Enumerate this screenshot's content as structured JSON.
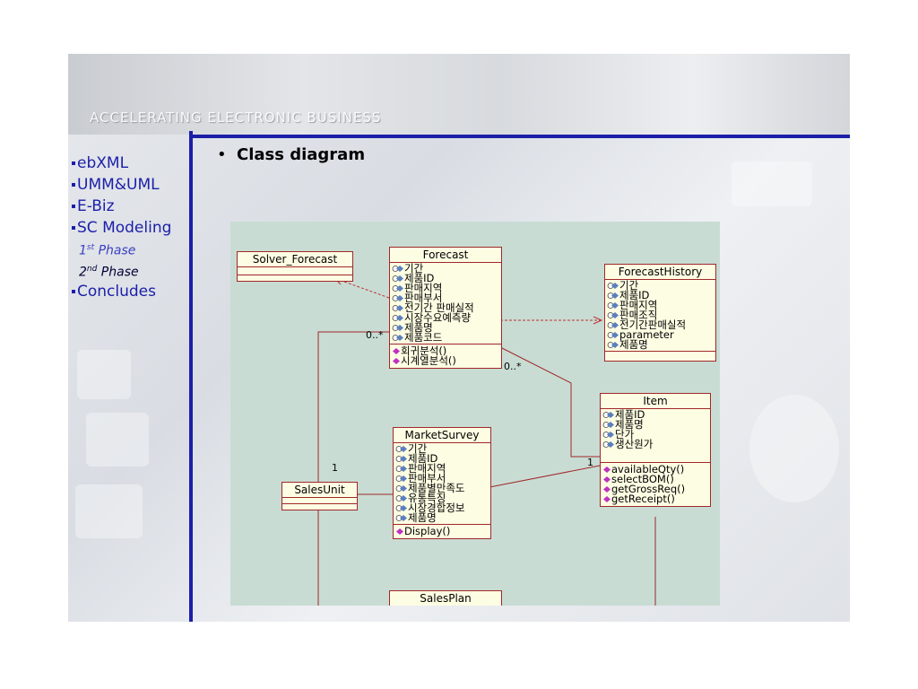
{
  "banner": {
    "text": "ACCELERATING ELECTRONIC BUSINESS"
  },
  "nav": {
    "items": [
      {
        "label": "ebXML"
      },
      {
        "label": "UMM&UML"
      },
      {
        "label": "E-Biz"
      },
      {
        "label": "SC Modeling"
      }
    ],
    "phases": [
      {
        "num": "1",
        "sup": "st",
        "label": " Phase"
      },
      {
        "num": "2",
        "sup": "nd",
        "label": " Phase"
      }
    ],
    "last": {
      "label": "Concludes"
    }
  },
  "bullet": {
    "dot": "•",
    "text": "Class diagram"
  },
  "diagram": {
    "classes": {
      "solver_forecast": {
        "name": "Solver_Forecast"
      },
      "forecast": {
        "name": "Forecast",
        "attributes": [
          "기간",
          "제품ID",
          "판매지역",
          "판매부서",
          "전기간 판매실적",
          "시장수요예측량",
          "제품명",
          "제품코드"
        ],
        "operations": [
          "회귀분석()",
          "시계열분석()"
        ]
      },
      "forecast_history": {
        "name": "ForecastHistory",
        "attributes": [
          "기간",
          "제품ID",
          "판매지역",
          "판매조직",
          "전기간판매실적",
          "parameter",
          "제품명"
        ]
      },
      "item": {
        "name": "Item",
        "attributes": [
          "제품ID",
          "제품명",
          "단가",
          "생산원가"
        ],
        "operations": [
          "availableQty()",
          "selectBOM()",
          "getGrossReq()",
          "getReceipt()"
        ]
      },
      "market_survey": {
        "name": "MarketSurvey",
        "attributes": [
          "기간",
          "제품ID",
          "판매지역",
          "판매부서",
          "제품별만족도",
          "유통특징",
          "시장경합정보",
          "제품명"
        ],
        "operations": [
          "Display()"
        ]
      },
      "sales_unit": {
        "name": "SalesUnit"
      },
      "sales_plan": {
        "name": "SalesPlan"
      }
    },
    "multiplicities": {
      "forecast_left": "0..*",
      "forecast_right": "0..*",
      "sales_unit_top": "1",
      "item_left": "1"
    },
    "colors": {
      "canvas": "#c8dcd4",
      "class_fill": "#fdfde3",
      "class_border": "#a02828",
      "attr_icon": "#5a7fbf",
      "op_icon": "#c030c0",
      "accent": "#1b1fa8"
    }
  }
}
